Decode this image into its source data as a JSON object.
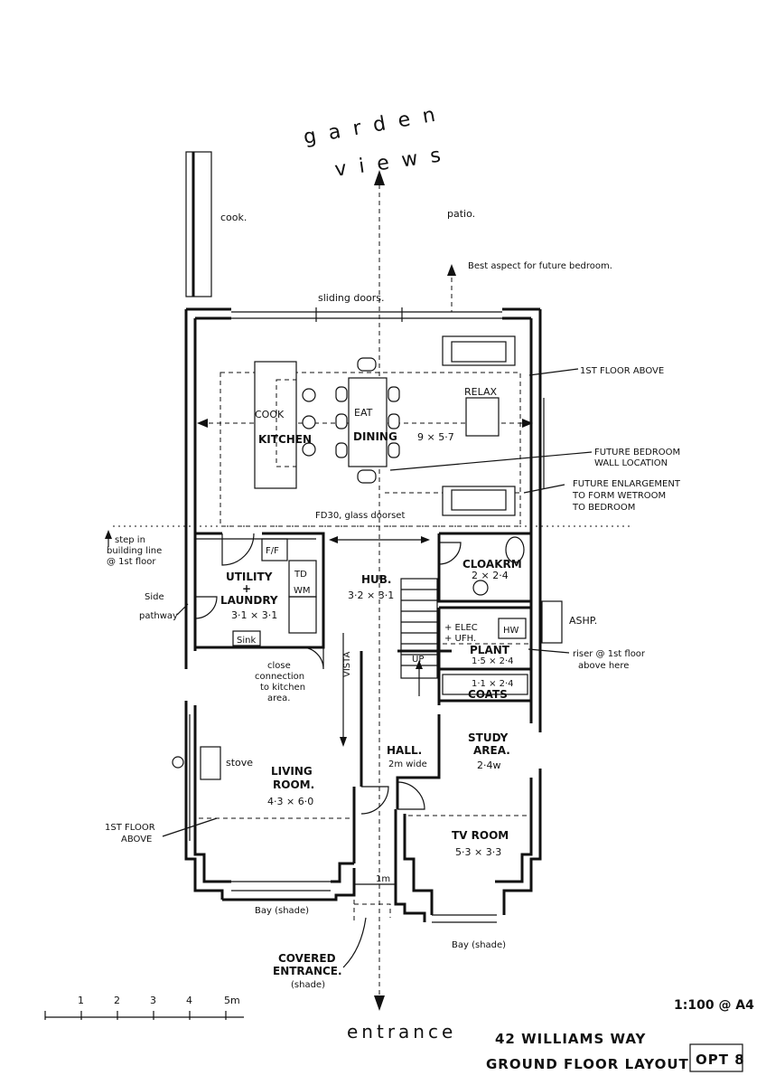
{
  "direction_labels": {
    "top_line1": "garden",
    "top_line2": "views",
    "bottom": "entrance"
  },
  "exterior": {
    "cook": "cook.",
    "patio": "patio.",
    "sliding_doors": "sliding doors."
  },
  "notes": {
    "best_aspect": "Best aspect for future bedroom.",
    "first_floor_above_right": "1ST FLOOR ABOVE",
    "future_bedroom_wall_1": "FUTURE BEDROOM",
    "future_bedroom_wall_2": "WALL LOCATION",
    "future_enlargement_1": "FUTURE ENLARGEMENT",
    "future_enlargement_2": "TO FORM WETROOM",
    "future_enlargement_3": "TO BEDROOM",
    "fd30": "FD30, glass doorset",
    "step_in_1": "step in",
    "step_in_2": "building line",
    "step_in_3": "@ 1st floor",
    "side_pathway_1": "Side",
    "side_pathway_2": "pathway",
    "close_conn_1": "close",
    "close_conn_2": "connection",
    "close_conn_3": "to kitchen",
    "close_conn_4": "area.",
    "vista": "VISTA",
    "ashp": "ASHP.",
    "riser_1": "riser @ 1st floor",
    "riser_2": "above here",
    "first_floor_above_left_1": "1ST FLOOR",
    "first_floor_above_left_2": "ABOVE",
    "covered_1": "COVERED",
    "covered_2": "ENTRANCE.",
    "covered_3": "(shade)",
    "one_m": "1m",
    "bay_left": "Bay (shade)",
    "bay_right": "Bay (shade)"
  },
  "rooms": {
    "cook": "COOK",
    "kitchen": "KITCHEN",
    "eat": "EAT",
    "dining": "DINING",
    "relax": "RELAX",
    "open_plan_dim": "9 × 5·7",
    "utility_1": "UTILITY",
    "utility_2": "+",
    "utility_3": "LAUNDRY",
    "utility_dim": "3·1 × 3·1",
    "ff": "F/F",
    "td": "TD",
    "wm": "WM",
    "sink": "Sink",
    "hub": "HUB.",
    "hub_dim": "3·2 × 3·1",
    "cloakrm": "CLOAKRM",
    "cloakrm_dim": "2 × 2·4",
    "elec": "+ ELEC",
    "ufh": "+ UFH.",
    "hw": "HW",
    "plant": "PLANT",
    "plant_dim": "1·5 × 2·4",
    "coats_dim": "1·1 × 2·4",
    "coats": "COATS",
    "up": "UP",
    "stove": "stove",
    "living_1": "LIVING",
    "living_2": "ROOM.",
    "living_dim": "4·3 × 6·0",
    "hall": "HALL.",
    "hall_width": "2m wide",
    "study_1": "STUDY",
    "study_2": "AREA.",
    "study_dim": "2·4w",
    "tv": "TV ROOM",
    "tv_dim": "5·3 × 3·3"
  },
  "scale_bar": {
    "ticks": [
      "1",
      "2",
      "3",
      "4",
      "5m"
    ]
  },
  "title_block": {
    "scale": "1:100 @ A4",
    "address": "42 WILLIAMS WAY",
    "drawing": "GROUND FLOOR LAYOUT",
    "option": "OPT 8"
  }
}
